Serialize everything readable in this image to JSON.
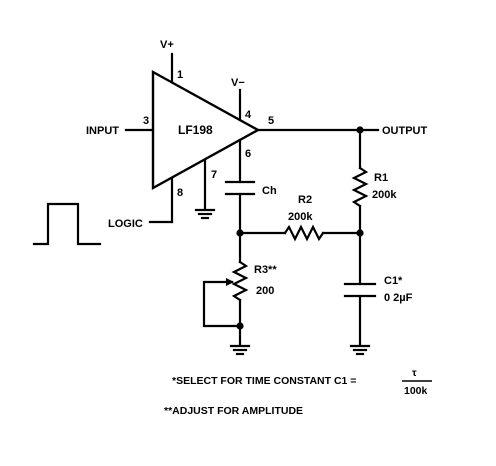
{
  "schematic": {
    "ic_name": "LF198",
    "labels": {
      "vplus": "V+",
      "vminus": "V−",
      "input": "INPUT",
      "output": "OUTPUT",
      "logic": "LOGIC",
      "ch": "Ch",
      "r1_name": "R1",
      "r1_value": "200k",
      "r2_name": "R2",
      "r2_value": "200k",
      "r3_name": "R3**",
      "r3_value": "200",
      "c1_name": "C1*",
      "c1_value": "0 2µF"
    },
    "pins": {
      "p1": "1",
      "p3": "3",
      "p4": "4",
      "p5": "5",
      "p6": "6",
      "p7": "7",
      "p8": "8"
    },
    "notes": {
      "note1": "*SELECT FOR TIME CONSTANT C1 =",
      "tau": "τ",
      "denominator": "100k",
      "note2": "**ADJUST FOR AMPLITUDE"
    }
  }
}
